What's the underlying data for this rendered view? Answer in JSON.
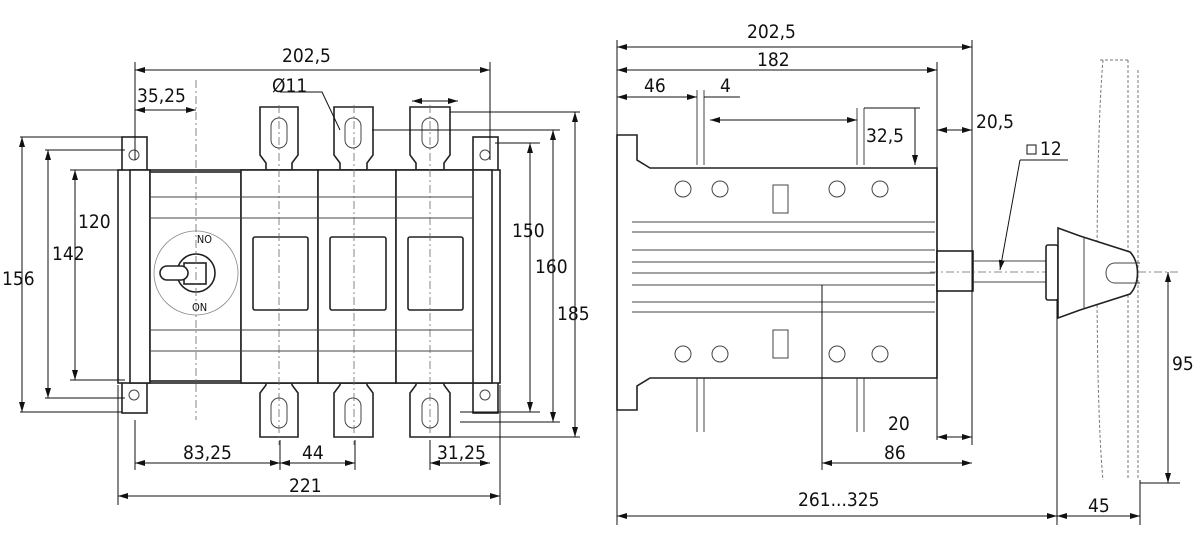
{
  "front_view": {
    "width_overall_top": "202,5",
    "hole_diameter": "Ø11",
    "handle_offset": "35,25",
    "height_120": "120",
    "height_142": "142",
    "height_156": "156",
    "height_150": "150",
    "height_160": "160",
    "height_185": "185",
    "bottom_83": "83,25",
    "pole_pitch": "44",
    "bottom_31": "31,25",
    "width_overall_bottom": "221",
    "handle_marks": [
      "ON",
      "ON"
    ]
  },
  "side_view": {
    "width_overall": "202,5",
    "width_182": "182",
    "offset_46": "46",
    "terminal_4": "4",
    "depth_32": "32,5",
    "shaft_20_5": "20,5",
    "shaft_square": "12",
    "dim_20": "20",
    "dim_86": "86",
    "shaft_range": "261...325",
    "handle_height": "95",
    "handle_depth": "45"
  }
}
